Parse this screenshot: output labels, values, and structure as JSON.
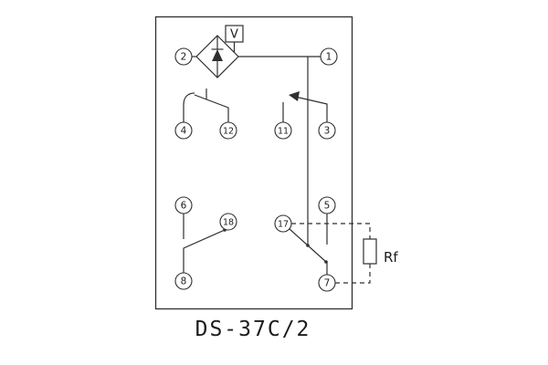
{
  "diagram": {
    "caption": "DS-37C/2",
    "meter_label": "V",
    "resistor_label": "Rf",
    "terminals": {
      "t1": "1",
      "t2": "2",
      "t3": "3",
      "t4": "4",
      "t5": "5",
      "t6": "6",
      "t7": "7",
      "t8": "8",
      "t11": "11",
      "t12": "12",
      "t17": "17",
      "t18": "18"
    },
    "colors": {
      "line": "#2f2f2f",
      "background": "#ffffff"
    }
  }
}
